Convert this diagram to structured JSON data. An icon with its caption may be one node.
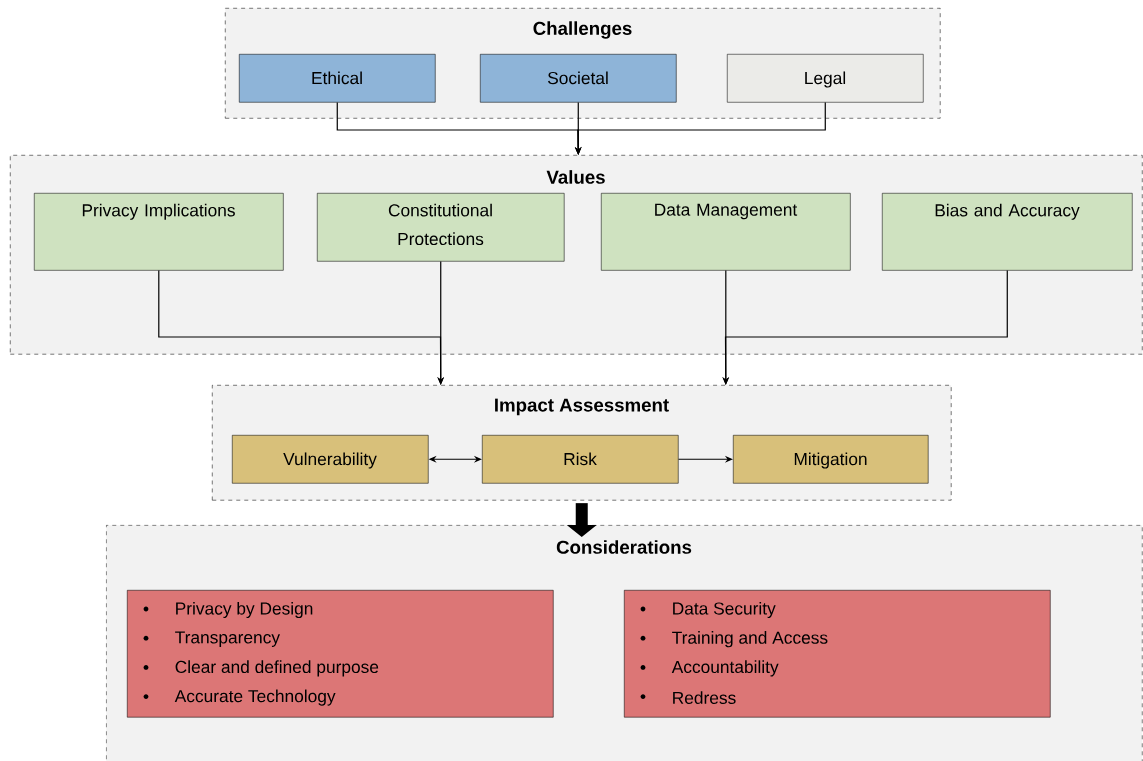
{
  "diagram": {
    "nodes": [
      {
        "text": [
          "Challenges"
        ]
      },
      {
        "text": [
          "Ethical"
        ],
        "in": 0
      },
      {
        "text": [
          "Societal"
        ],
        "in": 0
      },
      {
        "text": [
          "Legal"
        ],
        "in": 0
      },
      {
        "text": [
          "Values"
        ]
      },
      {
        "text": [
          "Privacy Implications"
        ],
        "in": 4
      },
      {
        "text": [
          "Constitutional Protections"
        ],
        "in": 4
      },
      {
        "text": [
          "Data Management"
        ],
        "in": 4
      },
      {
        "text": [
          "Bias and Accuracy"
        ],
        "in": 4
      },
      {
        "text": [
          "Impact Assessment"
        ]
      },
      {
        "text": [
          "Vulnerability"
        ],
        "in": 9
      },
      {
        "text": [
          "Risk"
        ],
        "in": 9
      },
      {
        "text": [
          "Mitigation"
        ],
        "in": 9
      },
      {
        "text": [
          "Considerations"
        ]
      },
      {
        "text": [
          "Privacy by Design",
          "Transparency",
          "Clear and defined purpose",
          "Accurate Technology"
        ],
        "in": 13
      },
      {
        "text": [
          "Data Security",
          "Training and Access",
          "Accountability",
          "Redress"
        ],
        "in": 13
      }
    ],
    "edges": [
      {
        "from": 1,
        "to": 4,
        "arrow": "to"
      },
      {
        "from": 2,
        "to": 4,
        "arrow": "to"
      },
      {
        "from": 3,
        "to": 4,
        "arrow": "to"
      },
      {
        "from": 5,
        "to": 9,
        "arrow": "to"
      },
      {
        "from": 6,
        "to": 9,
        "arrow": "to"
      },
      {
        "from": 7,
        "to": 9,
        "arrow": "to"
      },
      {
        "from": 8,
        "to": 9,
        "arrow": "to"
      },
      {
        "from": 10,
        "to": 11,
        "arrow": "both"
      },
      {
        "from": 11,
        "to": 12,
        "arrow": "to"
      },
      {
        "from": 9,
        "to": 13,
        "arrow": "to",
        "style": "thick"
      }
    ]
  }
}
